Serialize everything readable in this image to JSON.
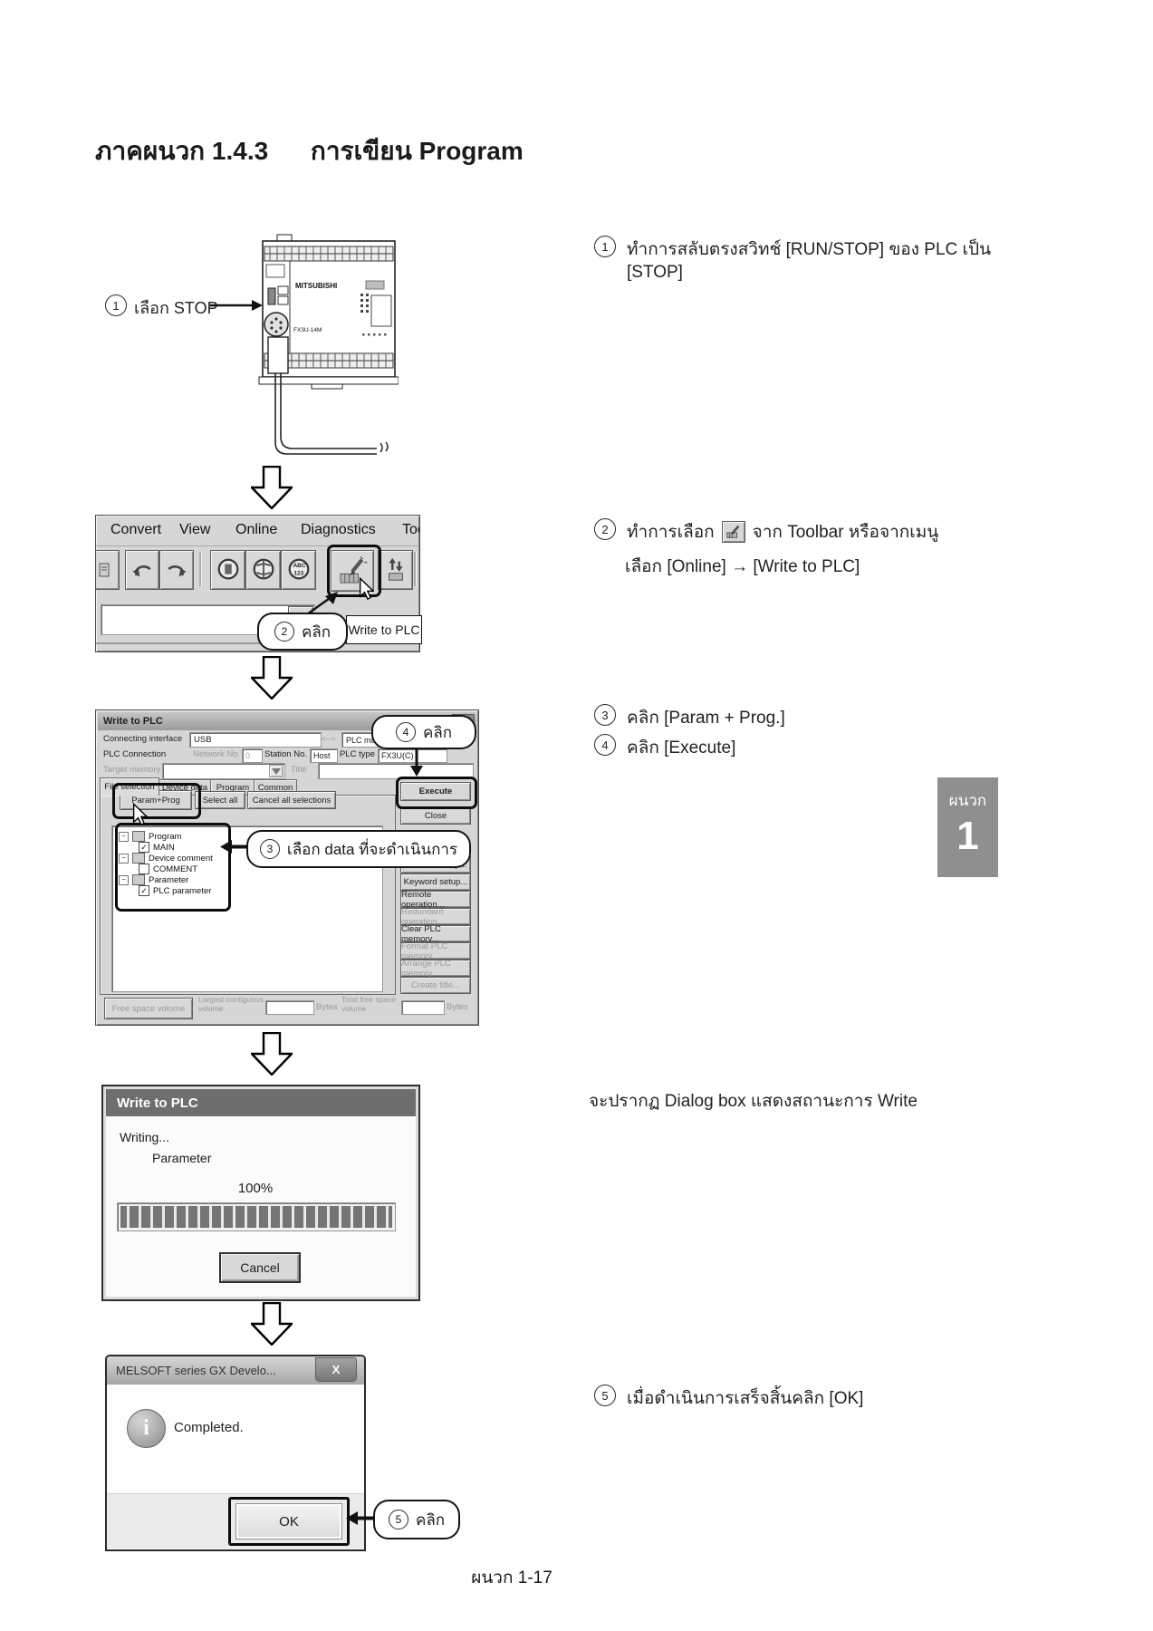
{
  "page": {
    "title": "ภาคผนวก 1.4.3      การเขียน Program",
    "footer": "ผนวก 1-17",
    "side_tab": {
      "label": "ผนวก",
      "number": "1"
    }
  },
  "steps": {
    "s1": {
      "num": "1",
      "text": "ทำการสลับตรงสวิทช์ [RUN/STOP] ของ PLC เป็น [STOP]"
    },
    "s2": {
      "num": "2",
      "pre": "ทำการเลือก",
      "post": "จาก Toolbar หรือจากเมนู",
      "line2": "เลือก [Online] → [Write to PLC]"
    },
    "s3": {
      "num": "3",
      "text": "คลิก [Param + Prog.]"
    },
    "s4": {
      "num": "4",
      "text": "คลิก [Execute]"
    },
    "s5": {
      "num": "5",
      "text": "เมื่อดำเนินการเสร็จสิ้นคลิก [OK]"
    },
    "note": "จะปรากฏ Dialog box แสดงสถานะการ Write"
  },
  "plc": {
    "callout_num": "1",
    "callout_text": "เลือก STOP",
    "brand": "MITSUBISHI",
    "model": "FX3U-14M"
  },
  "toolbar": {
    "menus": [
      "Convert",
      "View",
      "Online",
      "Diagnostics",
      "Tools"
    ],
    "callout_num": "2",
    "callout_text": "คลิก",
    "tooltip": "Write to PLC"
  },
  "dialog": {
    "title": "Write to PLC",
    "close_glyph": "X",
    "rows": {
      "connecting_interface": "Connecting interface",
      "interface_value": "USB",
      "link": "<-->",
      "plc_module": "PLC module",
      "plc_connection": "PLC Connection",
      "network_no": "Network No.",
      "network_no_value": "0",
      "station_no": "Station No.",
      "station_no_value": "Host",
      "plc_type": "PLC type",
      "plc_type_value": "FX3U(C)",
      "target_memory": "Target memory",
      "title_label": "Title"
    },
    "tabs": [
      "File selection",
      "Device data",
      "Program",
      "Common"
    ],
    "top_buttons": [
      "Param+Prog",
      "Select all",
      "Cancel all selections"
    ],
    "tree": {
      "program": "Program",
      "main": "MAIN",
      "device_comment": "Device comment",
      "comment": "COMMENT",
      "parameter": "Parameter",
      "plc_parameter": "PLC parameter"
    },
    "side_buttons": [
      "Execute",
      "Close",
      "Transfer setup...",
      "Keyword setup...",
      "Remote operation...",
      "Redundant operation...",
      "Clear PLC memory...",
      "Format PLC memory...",
      "Arrange PLC memory...",
      "Create title..."
    ],
    "bottom": {
      "free_space": "Free space volume",
      "largest_contiguous": "Largest contiguous volume",
      "bytes1": "Bytes",
      "total_free": "Total free space volume",
      "bytes2": "Bytes"
    },
    "callout3_num": "3",
    "callout3_text": "เลือก data ที่จะดำเนินการ",
    "callout4_num": "4",
    "callout4_text": "คลิก"
  },
  "progress": {
    "title": "Write to PLC",
    "writing": "Writing...",
    "target": "Parameter",
    "percent": "100%",
    "cancel": "Cancel"
  },
  "completed": {
    "title": "MELSOFT series GX Develo...",
    "close_glyph": "X",
    "message": "Completed.",
    "ok": "OK",
    "callout_num": "5",
    "callout_text": "คลิก"
  }
}
